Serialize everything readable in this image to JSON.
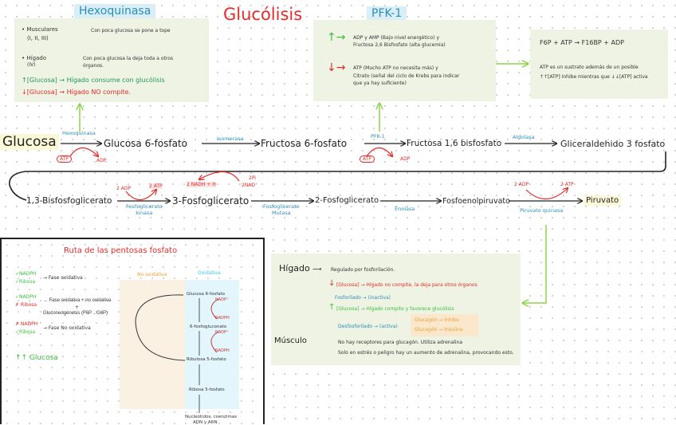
{
  "title": "Glucólisis",
  "hexoquinasa": {
    "label": "Hexoquinasa",
    "lines": [
      "• Musculares",
      "(I, II, III)",
      "Con poca glucosa se pone a tope",
      "• Hígado",
      "(IV)",
      "Con poca glucosa la deja toda a otros",
      "órganos."
    ],
    "up": "↑[Glucosa] → Hígado consume con glucólisis",
    "down": "↓[Glucosa] → Hígado NO compite."
  },
  "pfk": {
    "label": "PFK-1",
    "up": "ADP y AMP (Bajo nivel energético) y",
    "up2": "Fructosa 2,6 Bisfosfato (alta glucemia)",
    "down": "ATP (Mucho ATP no necesita más) y",
    "down2": "Citrato (señal del ciclo de Krebs para indicar",
    "down3": "que ya hay suficiente)"
  },
  "reaction": {
    "eq": "F6P + ATP → F16BP + ADP",
    "l1": "ATP es un sustrato además de un posible",
    "l2": "↑↑[ATP] Inhibe   mientras que ↓↓[ATP] activa"
  },
  "pathway": {
    "n1": "Glucosa",
    "n2": "Glucosa 6-fosfato",
    "n3": "Fructosa 6-fosfato",
    "n4": "Fructosa 1,6 bisfosfato",
    "n5": "Gliceraldehido 3 fosfato",
    "n6": "1,3-Bisfosfoglicerato",
    "n7": "3-Fosfoglicerato",
    "n8": "2-Fosfoglicerato",
    "n9": "Fosfoenolpiruvato",
    "n10": "Piruvato",
    "e1": "Hexoquinasa",
    "e2": "Isomerasa",
    "e3": "PFK-1",
    "e4": "Aldolasa",
    "e5": "Fosfoglicerato",
    "e5b": "kinasa",
    "e6": "Fosfoglicerato",
    "e6b": "Mutasa",
    "e7": "Enolasa",
    "e8": "Piruvato quinasa",
    "atp": "ATP",
    "adp": "ADP",
    "adp2": "2 ADP",
    "atp2": "2 ATP",
    "nadh": "2 NADH + H",
    "pi": "2Pi",
    "nad": "2NAD⁺"
  },
  "pentosas": {
    "title": "Ruta de las pentosas fosfato",
    "g1a": "✓NADPH",
    "g1b": "✓Ribosa",
    "g1": "→ Fase oxidativa",
    "g2a": "✓NADPH",
    "g2b": "✗ Ribosa",
    "g2": "→ Fase oxidativa + no oxidativa",
    "g2c": "+",
    "g2d": "Gluconeogénesis (F6P→G6P)",
    "g3a": "✗ NADPH",
    "g3b": "✓Ribosa",
    "g3": "→ Fase No oxidativa",
    "glu": "↑↑ Glucosa",
    "nonox": "No oxidativa",
    "ox": "Oxidativa",
    "s1": "Glucosa 6-fosfato",
    "s2": "6-fosfogluconato",
    "s3": "Ribulosa 5-fosfato",
    "s4": "Ribosa 5-fosfato",
    "s5": "Nucleótidos, coenzimas",
    "s6": "ADN y ARN",
    "nadp": "NADP⁺",
    "nadph": "NADPH"
  },
  "higado": {
    "h": "Hígado",
    "r": "Regulado por fosforilación.",
    "d1": "[Glucosa] → Hígado no compite, la deja para otros órganos",
    "d2": "Fosforilado → (inactiva)",
    "u1": "[Glucosa] → Hígado compite y favorece glucólisis",
    "u2": "Desfosforilado → (activa)",
    "o1": "Glucagón → Inhibe",
    "o2": "Glucagón → Insulina",
    "m": "Músculo",
    "m1": "No hay receptores para glucagón. Utiliza adrenalina",
    "m2": "Solo en estrés o peligro hay un aumento de adrenalina, provocando esto."
  }
}
